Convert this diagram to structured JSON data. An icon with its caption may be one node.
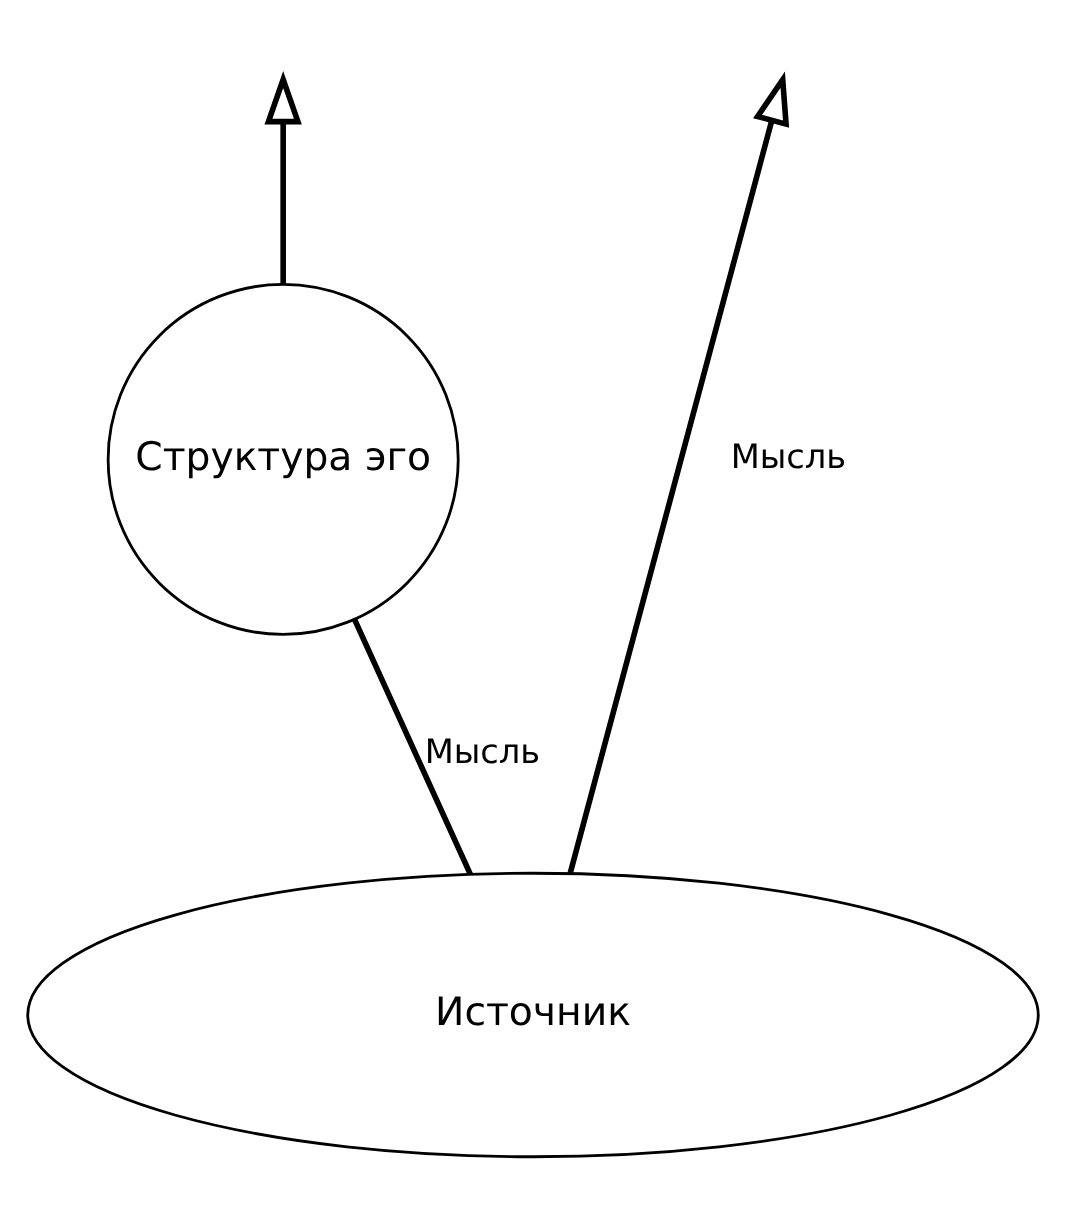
{
  "diagram": {
    "nodes": [
      {
        "text": [
          "Структура эго"
        ]
      },
      {
        "text": [
          "Источник"
        ]
      }
    ],
    "edges": [
      {
        "from": 1,
        "to": 0,
        "arrow": "none",
        "label": "Мысль"
      },
      {
        "from": 0,
        "to": null,
        "arrow": "to"
      },
      {
        "from": 1,
        "to": null,
        "arrow": "to",
        "label": "Мысль"
      }
    ]
  }
}
